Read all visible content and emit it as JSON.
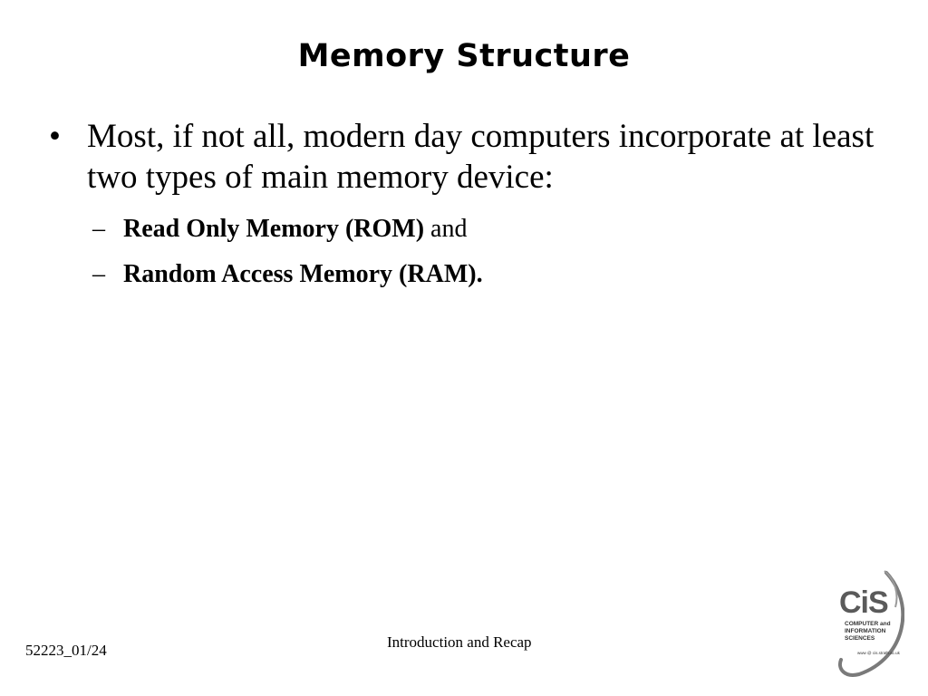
{
  "slide": {
    "title": "Memory Structure",
    "bullets": [
      {
        "marker": "•",
        "text": "Most, if not all, modern day computers incorporate at least two types of main memory device:",
        "sub": [
          {
            "marker": "–",
            "bold": "Read Only Memory (ROM)",
            "rest": " and"
          },
          {
            "marker": "–",
            "bold": "Random Access Memory (RAM).",
            "rest": ""
          }
        ]
      }
    ],
    "footer": {
      "left": "52223_01/24",
      "center": "Introduction and Recap"
    },
    "logo": {
      "mark": "CiS",
      "line1": "COMPUTER and",
      "line2": "INFORMATION",
      "line3": "SCIENCES",
      "url": "www @ cis.strath.ac.uk"
    }
  }
}
